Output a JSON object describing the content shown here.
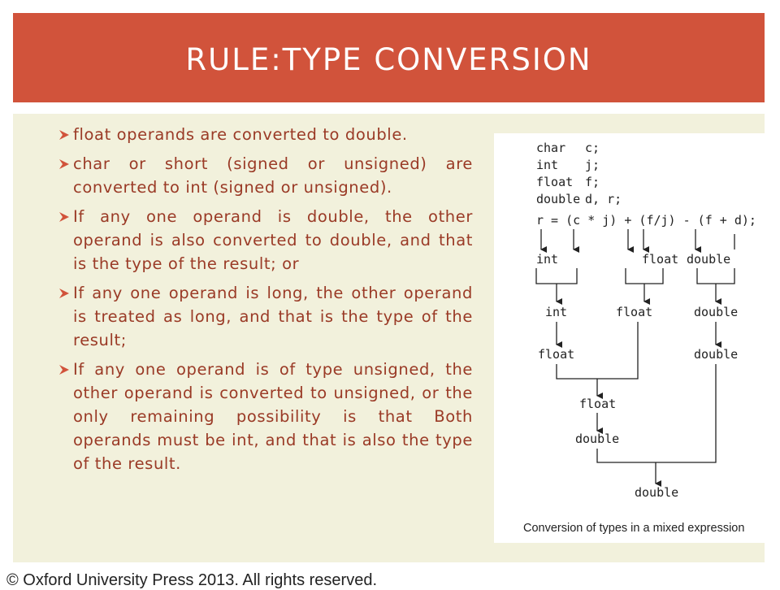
{
  "slide": {
    "title": "RULE:TYPE CONVERSION",
    "bullets": [
      "float operands are converted to double.",
      " char or short (signed or unsigned) are converted to int (signed or unsigned).",
      " If any one operand is double, the other operand is also converted to double, and that is the type of the result; or",
      "If any one operand is long, the other operand is treated as long, and that is the type of the result;",
      " If any one operand is of type unsigned, the other operand is converted to unsigned, or the only remaining possibility is that Both operands must be int, and that is also the type of the result."
    ],
    "bullet_icon": "arrow-bullet-icon",
    "copyright": "© Oxford University Press 2013. All rights reserved."
  },
  "figure": {
    "declarations": [
      {
        "type": "char",
        "vars": "c;"
      },
      {
        "type": "int",
        "vars": "j;"
      },
      {
        "type": "float",
        "vars": "f;"
      },
      {
        "type": "double",
        "vars": "d, r;"
      }
    ],
    "expression": "r = (c * j) + (f/j) - (f + d);",
    "level1": [
      "int",
      "float",
      "double"
    ],
    "level2": [
      "int",
      "float",
      "double"
    ],
    "level3": [
      "float",
      "double"
    ],
    "level4": "float",
    "level5": "double",
    "result": "double",
    "caption": "Conversion of types in a mixed expression"
  },
  "colors": {
    "header_bg": "#d1533b",
    "content_bg": "#f2f1dc",
    "bullet_text": "#9a3a26",
    "bullet_icon": "#d1533b"
  }
}
